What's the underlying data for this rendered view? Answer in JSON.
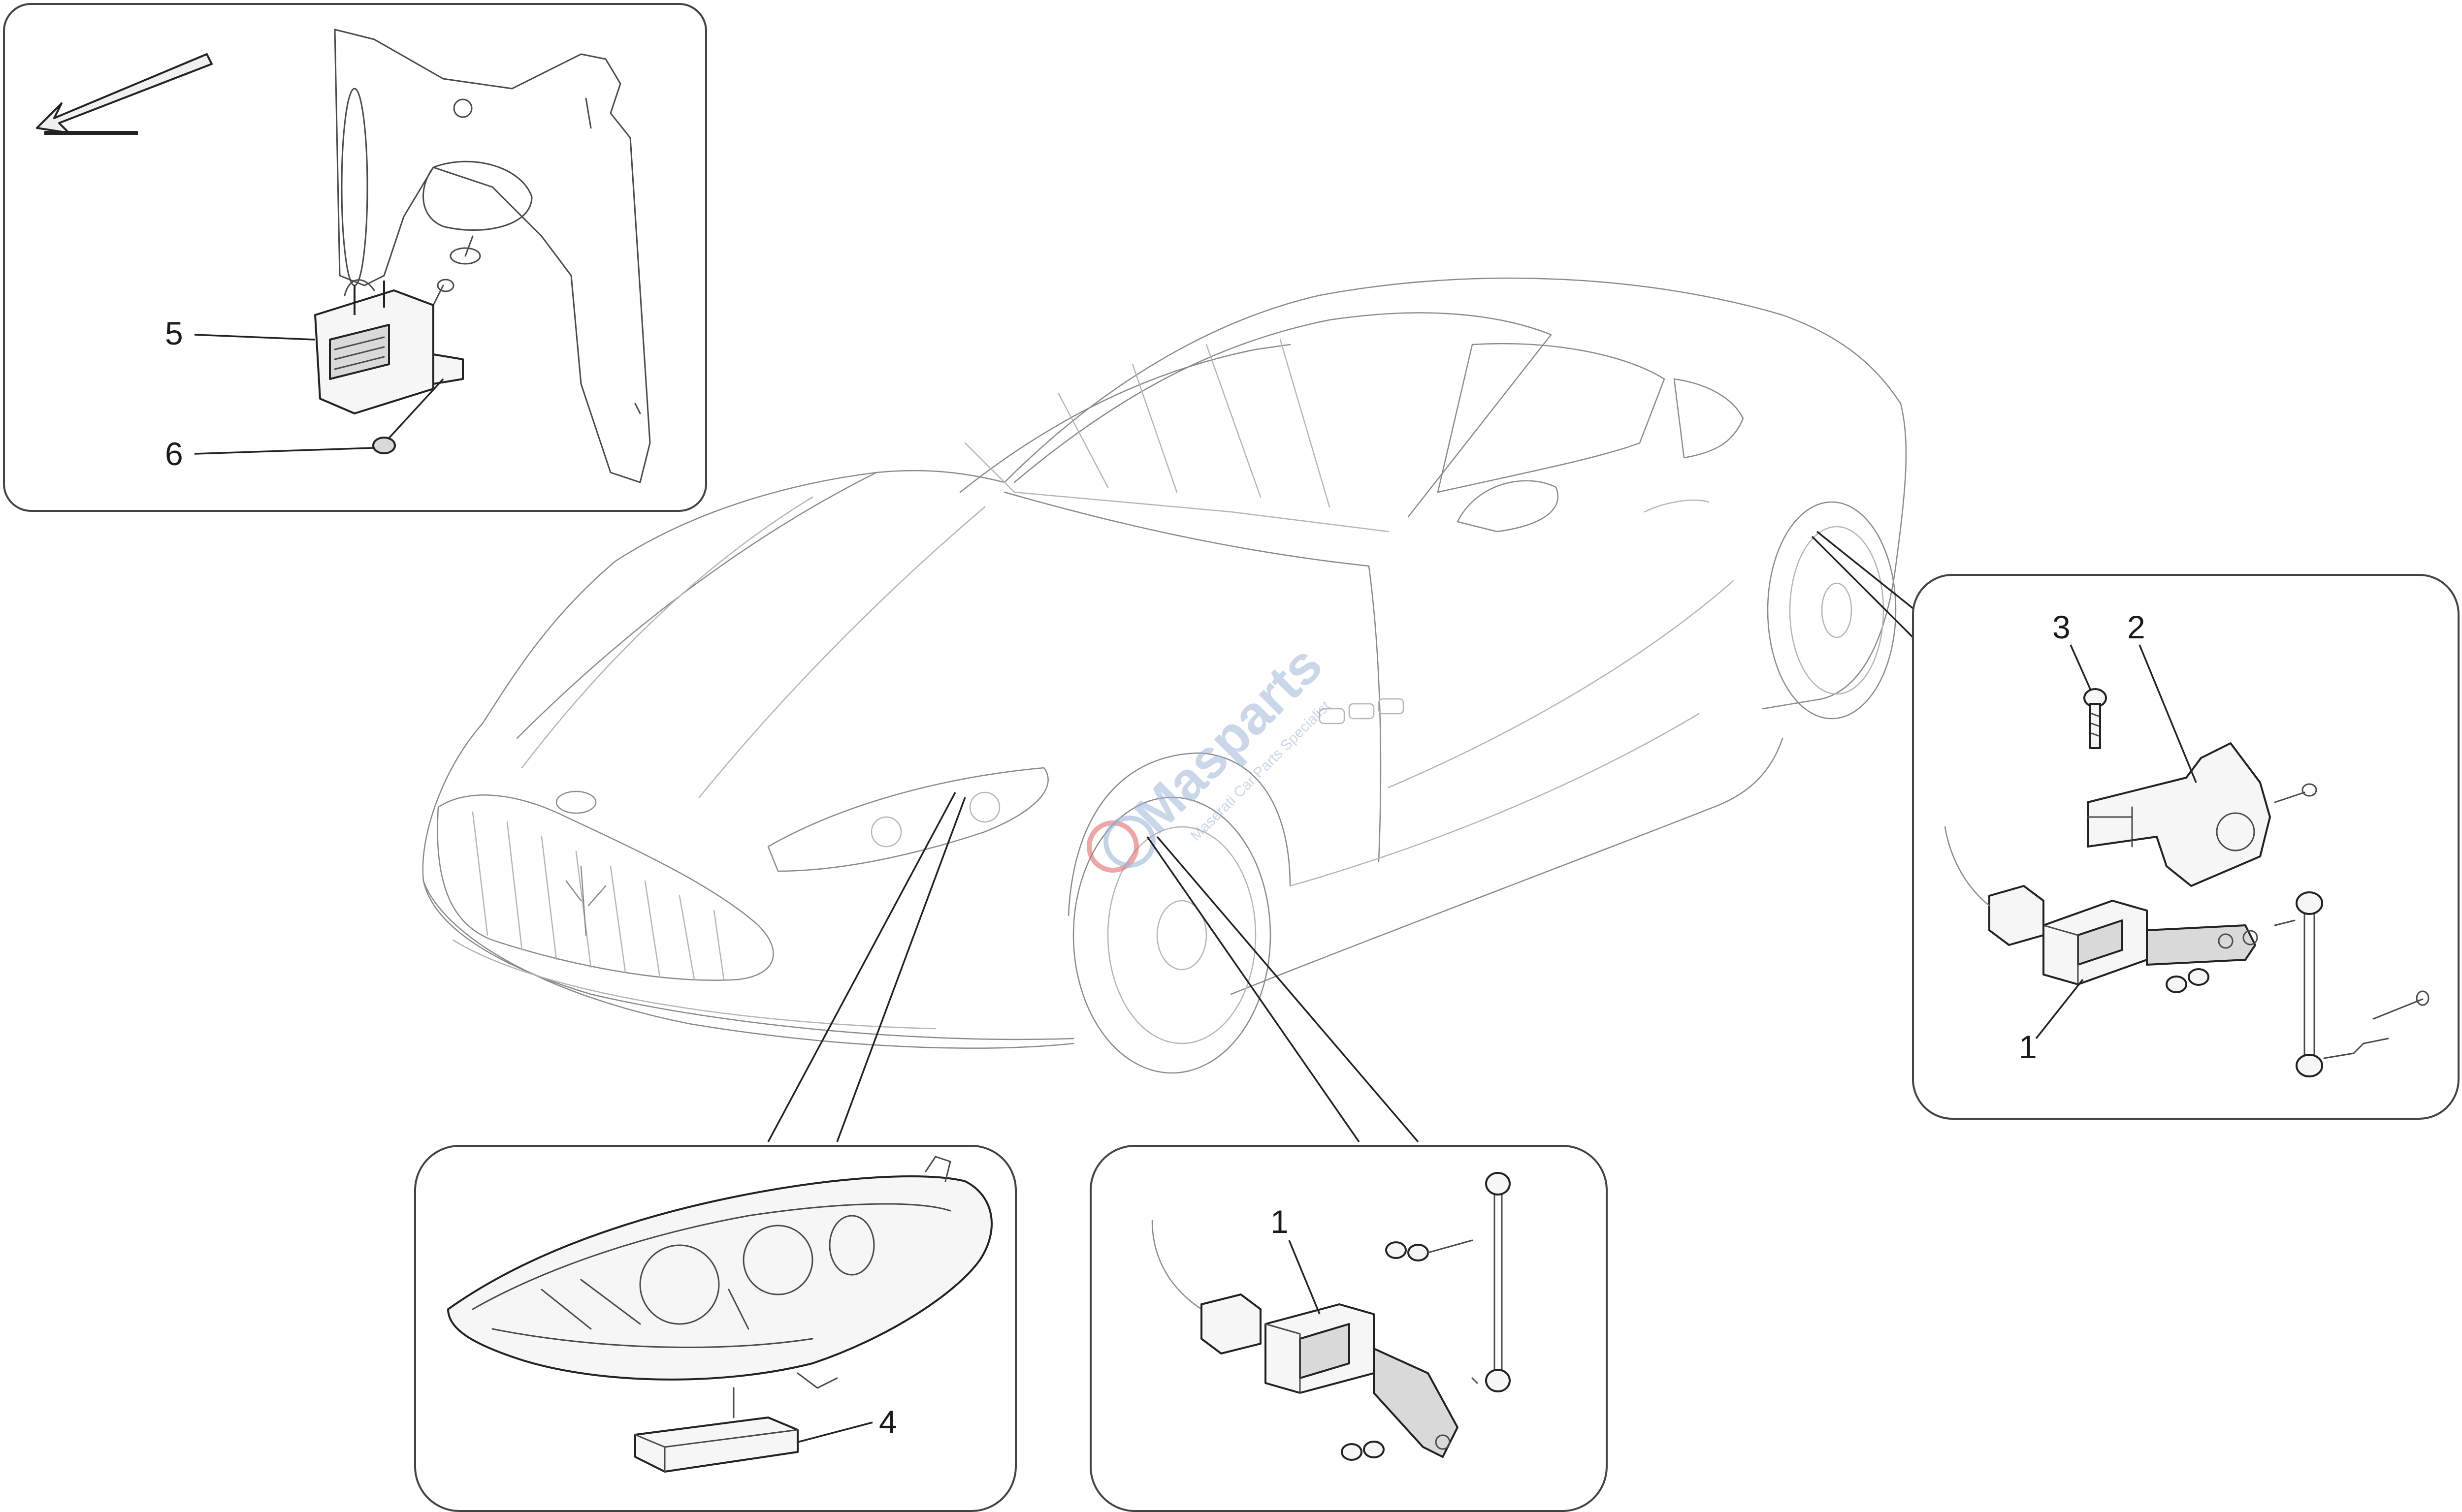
{
  "callouts": {
    "c1_right": "1",
    "c2_right": "2",
    "c3_right": "3",
    "c1_bottom": "1",
    "c4": "4",
    "c5": "5",
    "c6": "6"
  },
  "watermark": {
    "brand": "Masparts",
    "tagline": "Maserati Car Parts Specialist"
  },
  "icons": {
    "direction_arrow": "arrow-down-left-icon",
    "watermark_logo": "masparts-logo-icon"
  },
  "colors": {
    "line_dark": "#222222",
    "line_car": "#8a8a8a",
    "watermark": "#9fb6d9",
    "watermark_logo": "#e26b6b"
  }
}
